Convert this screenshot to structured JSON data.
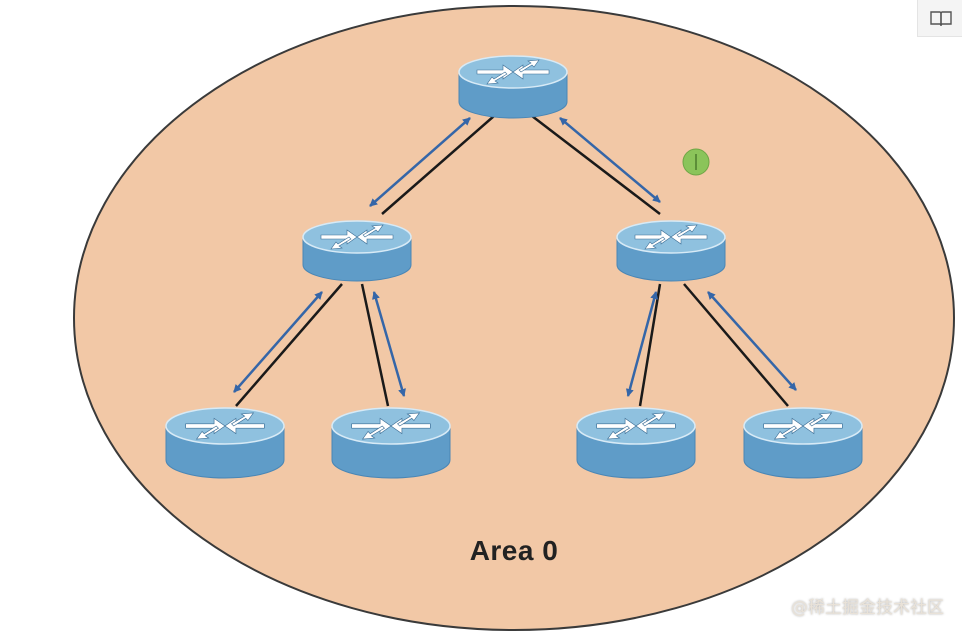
{
  "diagram": {
    "area_label": "Area 0",
    "colors": {
      "area_fill": "#f2c8a6",
      "area_stroke": "#3a3a3a",
      "router_top": "#8fc1df",
      "router_side": "#5f9cc8",
      "link": "#1a1a1a",
      "arrow": "#3566a8",
      "cursor_dot": "#8bc45a"
    },
    "routers": [
      {
        "id": "r-top",
        "level": "core"
      },
      {
        "id": "r-mid-left",
        "level": "distribution"
      },
      {
        "id": "r-mid-right",
        "level": "distribution"
      },
      {
        "id": "r-leaf-1",
        "level": "access"
      },
      {
        "id": "r-leaf-2",
        "level": "access"
      },
      {
        "id": "r-leaf-3",
        "level": "access"
      },
      {
        "id": "r-leaf-4",
        "level": "access"
      }
    ],
    "links": [
      {
        "from": "r-top",
        "to": "r-mid-left"
      },
      {
        "from": "r-top",
        "to": "r-mid-right"
      },
      {
        "from": "r-mid-left",
        "to": "r-leaf-1"
      },
      {
        "from": "r-mid-left",
        "to": "r-leaf-2"
      },
      {
        "from": "r-mid-right",
        "to": "r-leaf-3"
      },
      {
        "from": "r-mid-right",
        "to": "r-leaf-4"
      }
    ]
  },
  "watermark": "@稀土掘金技术社区",
  "toolbar": {
    "icon": "book-icon"
  }
}
